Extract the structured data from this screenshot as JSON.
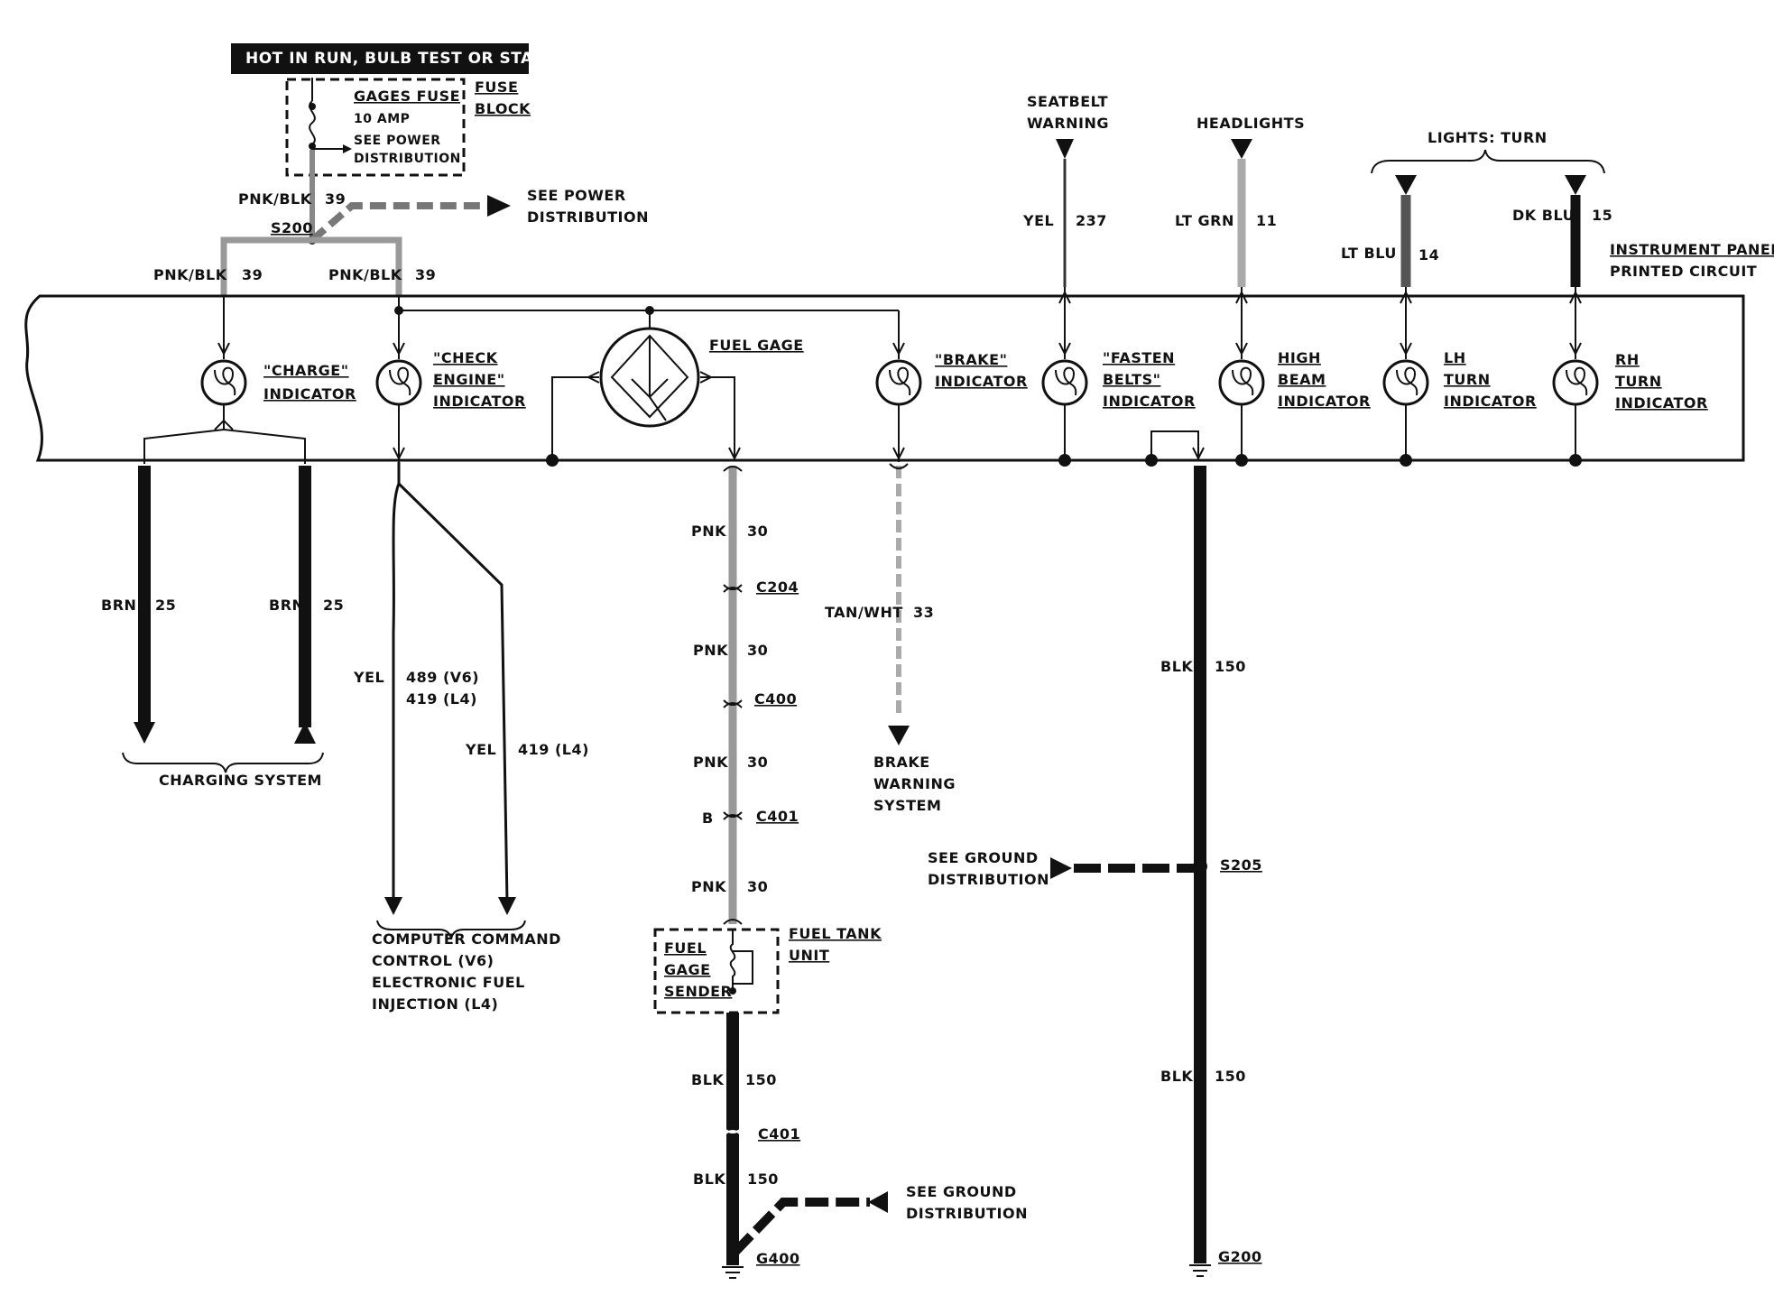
{
  "header": {
    "power_label": "HOT IN RUN, BULB TEST OR START"
  },
  "fuse": {
    "name": "GAGES FUSE",
    "rating": "10 AMP",
    "see1": "SEE POWER",
    "see2": "DISTRIBUTION",
    "block1": "FUSE",
    "block2": "BLOCK"
  },
  "top_wires": {
    "main_color": "PNK/BLK",
    "main_num": "39",
    "splice": "S200",
    "see_power_1": "SEE POWER",
    "see_power_2": "DISTRIBUTION",
    "left_color": "PNK/BLK",
    "left_num": "39",
    "right_color": "PNK/BLK",
    "right_num": "39"
  },
  "feeds": {
    "seatbelt_1": "SEATBELT",
    "seatbelt_2": "WARNING",
    "headlights": "HEADLIGHTS",
    "lights_turn": "LIGHTS: TURN",
    "yel": "YEL",
    "n237": "237",
    "ltgrn": "LT GRN",
    "n11": "11",
    "ltblu": "LT BLU",
    "n14": "14",
    "dkblu": "DK BLU",
    "n15": "15"
  },
  "panel": {
    "label1": "INSTRUMENT PANEL",
    "label2": "PRINTED CIRCUIT"
  },
  "indicators": {
    "charge_1": "\"CHARGE\"",
    "charge_2": "INDICATOR",
    "check_1": "\"CHECK",
    "check_2": "ENGINE\"",
    "check_3": "INDICATOR",
    "fuel_gage": "FUEL GAGE",
    "brake_1": "\"BRAKE\"",
    "brake_2": "INDICATOR",
    "fasten_1": "\"FASTEN",
    "fasten_2": "BELTS\"",
    "fasten_3": "INDICATOR",
    "high_1": "HIGH",
    "high_2": "BEAM",
    "high_3": "INDICATOR",
    "lh_1": "LH",
    "lh_2": "TURN",
    "lh_3": "INDICATOR",
    "rh_1": "RH",
    "rh_2": "TURN",
    "rh_3": "INDICATOR"
  },
  "charging": {
    "brn": "BRN",
    "n25": "25",
    "label": "CHARGING SYSTEM"
  },
  "check_engine_wires": {
    "yel1": "YEL",
    "v6": "489 (V6)",
    "l4a": "419 (L4)",
    "yel2": "YEL",
    "l4b": "419 (L4)",
    "ccc_1": "COMPUTER COMMAND",
    "ccc_2": "CONTROL (V6)",
    "ccc_3": "ELECTRONIC FUEL",
    "ccc_4": "INJECTION (L4)"
  },
  "fuel_circuit": {
    "pnk": "PNK",
    "n30": "30",
    "c204": "C204",
    "c400": "C400",
    "c401": "C401",
    "b": "B",
    "tank_1": "FUEL TANK",
    "tank_2": "UNIT",
    "sender_1": "FUEL",
    "sender_2": "GAGE",
    "sender_3": "SENDER",
    "blk": "BLK",
    "n150": "150",
    "gnd_1": "SEE GROUND",
    "gnd_2": "DISTRIBUTION",
    "g400": "G400"
  },
  "brake_circuit": {
    "tanwht": "TAN/WHT",
    "n33": "33",
    "warn_1": "BRAKE",
    "warn_2": "WARNING",
    "warn_3": "SYSTEM"
  },
  "ground_circuit": {
    "blk": "BLK",
    "n150": "150",
    "gnd_1": "SEE GROUND",
    "gnd_2": "DISTRIBUTION",
    "s205": "S205",
    "g200": "G200"
  }
}
